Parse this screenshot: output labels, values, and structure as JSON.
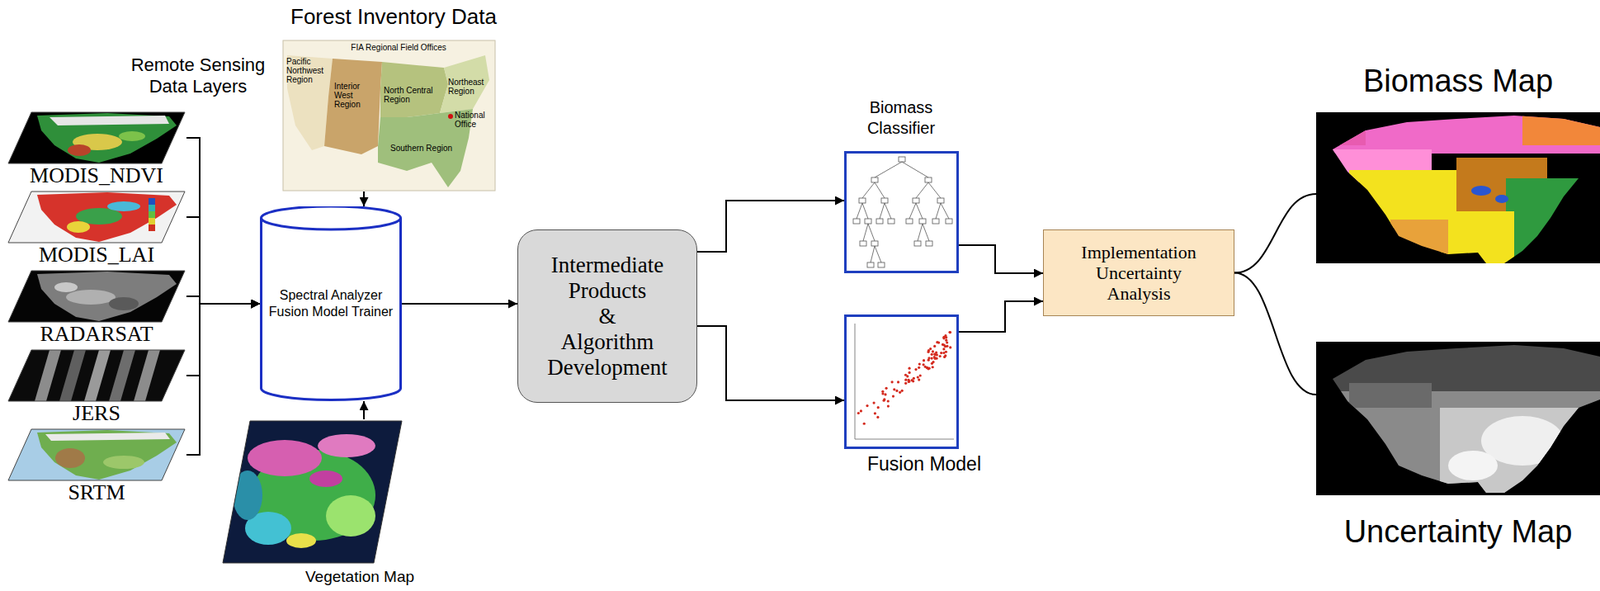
{
  "diagram": {
    "nodes": [
      {
        "text": [
          "MODIS_NDVI"
        ]
      },
      {
        "text": [
          "MODIS_LAI"
        ]
      },
      {
        "text": [
          "RADARSAT"
        ]
      },
      {
        "text": [
          "JERS"
        ]
      },
      {
        "text": [
          "SRTM"
        ]
      },
      {
        "text": [
          "Forest Inventory Data",
          "FIA Regional Field Offices",
          "Pacific Northwest Region",
          "Interior West Region",
          "North Central Region",
          "Northeast Region",
          "National Office",
          "Southern Region"
        ]
      },
      {
        "text": [
          "Spectral Analyzer Fusion Model Trainer"
        ]
      },
      {
        "text": [
          "Vegetation Map"
        ]
      },
      {
        "text": [
          "Intermediate Products & Algorithm Development"
        ]
      },
      {
        "text": [
          "Biomass Classifier"
        ]
      },
      {
        "text": [
          "Fusion Model"
        ]
      },
      {
        "text": [
          "Implementation Uncertainty Analysis"
        ]
      },
      {
        "text": [
          "Biomass Map"
        ]
      },
      {
        "text": [
          "Uncertainty Map"
        ]
      }
    ],
    "edges": [
      {
        "from": 0,
        "to": 6,
        "arrow": "to"
      },
      {
        "from": 1,
        "to": 6,
        "arrow": "to"
      },
      {
        "from": 2,
        "to": 6,
        "arrow": "to"
      },
      {
        "from": 3,
        "to": 6,
        "arrow": "to"
      },
      {
        "from": 4,
        "to": 6,
        "arrow": "to"
      },
      {
        "from": 5,
        "to": 6,
        "arrow": "to"
      },
      {
        "from": 7,
        "to": 6,
        "arrow": "to"
      },
      {
        "from": 6,
        "to": 8,
        "arrow": "to"
      },
      {
        "from": 8,
        "to": 9,
        "arrow": "to"
      },
      {
        "from": 8,
        "to": 10,
        "arrow": "to"
      },
      {
        "from": 9,
        "to": 11,
        "arrow": "to"
      },
      {
        "from": 10,
        "to": 11,
        "arrow": "to"
      },
      {
        "from": 11,
        "to": 12,
        "arrow": "none"
      },
      {
        "from": 11,
        "to": 13,
        "arrow": "none"
      }
    ],
    "labels": [
      "Remote Sensing Data Layers"
    ]
  }
}
